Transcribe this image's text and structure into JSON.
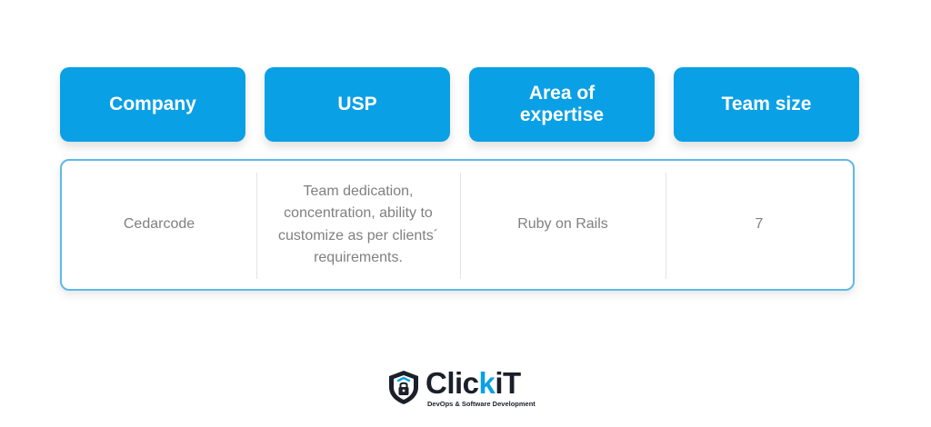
{
  "table": {
    "headers": [
      "Company",
      "USP",
      "Area of expertise",
      "Team size"
    ],
    "row": {
      "company": "Cedarcode",
      "usp": "Team dedication, concentration, ability to customize as per clients´ requirements.",
      "area_of_expertise": "Ruby on Rails",
      "team_size": "7"
    },
    "header_color": "#0aa0e6",
    "row_border_color": "#5fb9e8",
    "cell_text_color": "#808080"
  },
  "logo": {
    "wordmark_prefix": "Clic",
    "wordmark_accent": "k",
    "wordmark_suffix": "iT",
    "tagline": "DevOps & Software Development",
    "icon": "shield-lock-icon",
    "primary_color": "#1b1f2a",
    "accent_color": "#0aa0e6"
  }
}
